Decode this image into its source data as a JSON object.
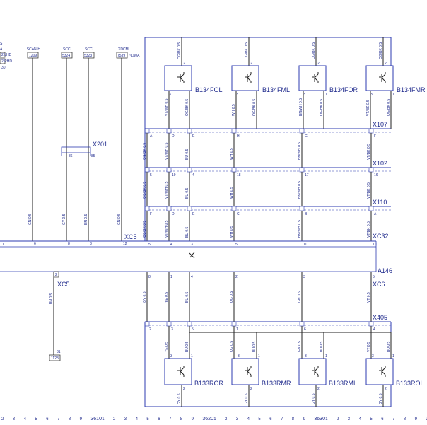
{
  "top_left": {
    "lines": [
      "S",
      "A",
      "2  LHD",
      "2  RHD",
      "30"
    ]
  },
  "signal_headers": [
    {
      "name": "LSCAN-H",
      "id": "1209",
      "wire": "GN 0.5",
      "pin": "6"
    },
    {
      "name": "SCC",
      "id": "5324",
      "wire": "GY 0.5",
      "pin": "8"
    },
    {
      "name": "SCC",
      "id": "5323",
      "wire": "BN 0.5",
      "pin": "3"
    },
    {
      "name": "XDCM",
      "id": "7539",
      "suffix": "~DWA",
      "wire": "GN 0.5",
      "pin": "12"
    }
  ],
  "splice": {
    "label": "X201",
    "pins": [
      "86",
      "85"
    ]
  },
  "connectors": {
    "xc5_top": "XC5",
    "x107": "X107",
    "x102": "X102",
    "x110": "X110",
    "xc32": "XC32",
    "a146": "A146",
    "xc5_bottom": "XC5",
    "xc6": "XC6",
    "x405": "X405"
  },
  "top_sensors": [
    {
      "name": "B134FOL",
      "pin_top": "2",
      "pin_bottom": "3",
      "pin_bottom2": "1",
      "wire_top": "OG/BK 0.5",
      "wires_bottom": [
        "VT/WH 0.5",
        "OG/BK 0.5"
      ]
    },
    {
      "name": "B134FML",
      "pin_top": "2",
      "pin_bottom": "3",
      "pin_bottom2": "1",
      "wire_top": "OG/BK 0.5",
      "wires_bottom": [
        "WH 0.5",
        "OG/BK 0.5"
      ]
    },
    {
      "name": "B134FOR",
      "pin_top": "2",
      "pin_bottom": "3",
      "pin_bottom2": "1",
      "wire_top": "OG/BK 0.5",
      "wires_bottom": [
        "BN/WH 0.5",
        "OG/BK 0.5"
      ]
    },
    {
      "name": "B134FMR",
      "pin_top": "2",
      "pin_bottom": "3",
      "pin_bottom2": "1",
      "wire_top": "OG/BK 0.5",
      "wires_bottom": [
        "VT/BK 0.5",
        "OG/BK 0.5"
      ]
    }
  ],
  "x107_pins": [
    "A",
    "D",
    "E",
    "H",
    "G",
    "F"
  ],
  "x107_wires": [
    "OG/BK 0.5",
    "VT/WH 0.5",
    "BU 0.5",
    "WH 0.5",
    "BN/WH 0.5",
    "VT/BK 0.5"
  ],
  "x102_pins": [
    "5",
    "19",
    "4",
    "18",
    "17",
    "16"
  ],
  "x102_wires": [
    "OG/BK 0.5",
    "VT/WH 0.5",
    "BU 0.5",
    "WH 0.5",
    "BN/WH 0.5",
    "VT/BK 0.5"
  ],
  "x110_pins": [
    "F",
    "D",
    "E",
    "C",
    "B",
    "A"
  ],
  "x110_wires": [
    "OG/BK 0.5",
    "VT/WH 0.5",
    "BU 0.5",
    "WH 0.5",
    "BN/WH 0.5",
    "VT/BK 0.5"
  ],
  "xc32_pins": [
    "5",
    "4",
    "3",
    "5",
    "11",
    "10"
  ],
  "xc32_left_pin": "1",
  "xc6_pins": [
    "8",
    "1",
    "4",
    "2",
    "3",
    "5"
  ],
  "xc6_wires": [
    "GY 0.5",
    "YE 0.5",
    "BU 0.5",
    "OG 0.5",
    "GN 0.5",
    "VT 0.5"
  ],
  "xc5_bottom_pin": "2",
  "xc5_bottom_wire": "BN 0.5",
  "xc5_bottom_end": {
    "pin": "31",
    "id": "1128"
  },
  "x405_pins": [
    "2",
    "3",
    "5",
    "1",
    "6",
    "4"
  ],
  "bottom_sensors": [
    {
      "name": "B133ROR",
      "pin_bottom": "2",
      "pin_top1": "3",
      "pin_top2": "1",
      "wires_top": [
        "YE 0.5",
        "BU 0.5"
      ],
      "wire_bottom": "GY 0.5"
    },
    {
      "name": "B133RMR",
      "pin_bottom": "2",
      "pin_top1": "3",
      "pin_top2": "1",
      "wires_top": [
        "OG 0.5",
        "BU 0.5"
      ],
      "wire_bottom": "GY 0.5"
    },
    {
      "name": "B133RML",
      "pin_bottom": "2",
      "pin_top1": "3",
      "pin_top2": "1",
      "wires_top": [
        "GN 0.5",
        "BU 0.5"
      ],
      "wire_bottom": "GY 0.5"
    },
    {
      "name": "B133ROL",
      "pin_bottom": "2",
      "pin_top1": "3",
      "pin_top2": "1",
      "wires_top": [
        "VT 0.5",
        "BU 0.5"
      ],
      "wire_bottom": "GY 0.5"
    }
  ],
  "ruler": [
    "2",
    "3",
    "4",
    "5",
    "6",
    "7",
    "8",
    "9",
    "3610",
    "1",
    "2",
    "3",
    "4",
    "5",
    "6",
    "7",
    "8",
    "9",
    "3620",
    "1",
    "2",
    "3",
    "4",
    "5",
    "6",
    "7",
    "8",
    "9",
    "3630",
    "1",
    "2",
    "3",
    "4",
    "5",
    "6",
    "7",
    "8",
    "9",
    "364"
  ]
}
